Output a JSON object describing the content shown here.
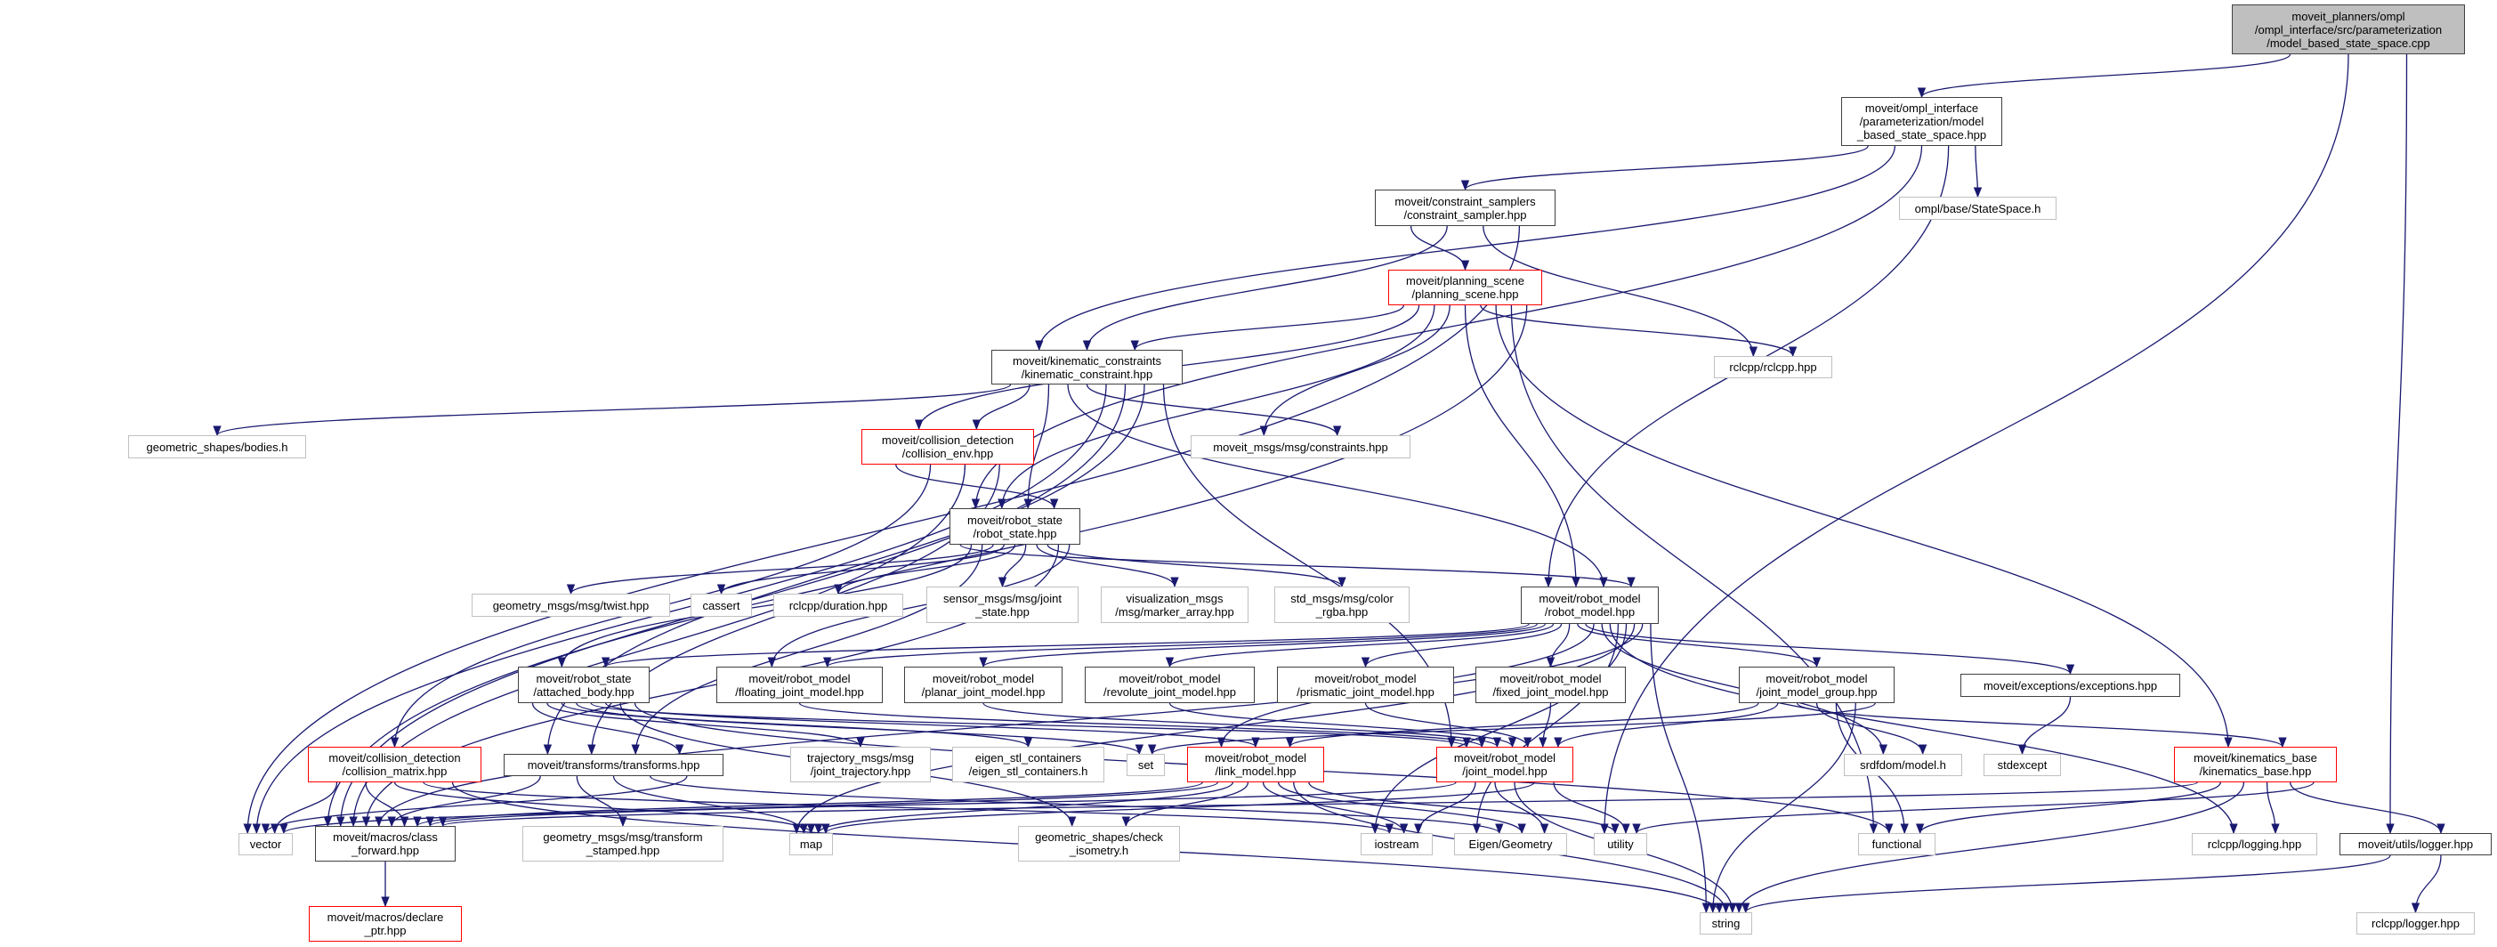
{
  "colors": {
    "edge": "#191970",
    "documented_border": "#404040",
    "external_border": "#c0c0c0",
    "truncated_border": "#ff0000",
    "root_fill": "#bfbfbf"
  },
  "nodes": {
    "root": {
      "label": "moveit_planners/ompl\n/ompl_interface/src/parameterization\n/model_based_state_space.cpp",
      "kind": "root"
    },
    "mbss": {
      "label": "moveit/ompl_interface\n/parameterization/model\n_based_state_space.hpp",
      "kind": "doc"
    },
    "cs": {
      "label": "moveit/constraint_samplers\n/constraint_sampler.hpp",
      "kind": "doc"
    },
    "ss": {
      "label": "ompl/base/StateSpace.h",
      "kind": "ext"
    },
    "ps": {
      "label": "moveit/planning_scene\n/planning_scene.hpp",
      "kind": "trunc"
    },
    "kc": {
      "label": "moveit/kinematic_constraints\n/kinematic_constraint.hpp",
      "kind": "doc"
    },
    "rclcpp": {
      "label": "rclcpp/rclcpp.hpp",
      "kind": "ext"
    },
    "bodies": {
      "label": "geometric_shapes/bodies.h",
      "kind": "ext"
    },
    "cenv": {
      "label": "moveit/collision_detection\n/collision_env.hpp",
      "kind": "trunc"
    },
    "cons": {
      "label": "moveit_msgs/msg/constraints.hpp",
      "kind": "ext"
    },
    "rs": {
      "label": "moveit/robot_state\n/robot_state.hpp",
      "kind": "doc"
    },
    "twist": {
      "label": "geometry_msgs/msg/twist.hpp",
      "kind": "ext"
    },
    "cassert": {
      "label": "cassert",
      "kind": "ext"
    },
    "duration": {
      "label": "rclcpp/duration.hpp",
      "kind": "ext"
    },
    "sensor": {
      "label": "sensor_msgs/msg/joint\n_state.hpp",
      "kind": "ext"
    },
    "vis": {
      "label": "visualization_msgs\n/msg/marker_array.hpp",
      "kind": "ext"
    },
    "std": {
      "label": "std_msgs/msg/color\n_rgba.hpp",
      "kind": "ext"
    },
    "rm": {
      "label": "moveit/robot_model\n/robot_model.hpp",
      "kind": "doc"
    },
    "ab": {
      "label": "moveit/robot_state\n/attached_body.hpp",
      "kind": "doc"
    },
    "float": {
      "label": "moveit/robot_model\n/floating_joint_model.hpp",
      "kind": "doc"
    },
    "planar": {
      "label": "moveit/robot_model\n/planar_joint_model.hpp",
      "kind": "doc"
    },
    "rev": {
      "label": "moveit/robot_model\n/revolute_joint_model.hpp",
      "kind": "doc"
    },
    "pris": {
      "label": "moveit/robot_model\n/prismatic_joint_model.hpp",
      "kind": "doc"
    },
    "fixed": {
      "label": "moveit/robot_model\n/fixed_joint_model.hpp",
      "kind": "doc"
    },
    "jmg": {
      "label": "moveit/robot_model\n/joint_model_group.hpp",
      "kind": "doc"
    },
    "exc": {
      "label": "moveit/exceptions/exceptions.hpp",
      "kind": "doc"
    },
    "cm": {
      "label": "moveit/collision_detection\n/collision_matrix.hpp",
      "kind": "trunc"
    },
    "tf": {
      "label": "moveit/transforms/transforms.hpp",
      "kind": "doc"
    },
    "traj": {
      "label": "trajectory_msgs/msg\n/joint_trajectory.hpp",
      "kind": "ext"
    },
    "estl": {
      "label": "eigen_stl_containers\n/eigen_stl_containers.h",
      "kind": "ext"
    },
    "set": {
      "label": "set",
      "kind": "ext"
    },
    "lm": {
      "label": "moveit/robot_model\n/link_model.hpp",
      "kind": "trunc"
    },
    "jm": {
      "label": "moveit/robot_model\n/joint_model.hpp",
      "kind": "trunc"
    },
    "srdf": {
      "label": "srdfdom/model.h",
      "kind": "ext"
    },
    "stdexc": {
      "label": "stdexcept",
      "kind": "ext"
    },
    "kb": {
      "label": "moveit/kinematics_base\n/kinematics_base.hpp",
      "kind": "trunc"
    },
    "vector": {
      "label": "vector",
      "kind": "ext"
    },
    "cf": {
      "label": "moveit/macros/class\n_forward.hpp",
      "kind": "doc"
    },
    "gtf": {
      "label": "geometry_msgs/msg/transform\n_stamped.hpp",
      "kind": "ext"
    },
    "map": {
      "label": "map",
      "kind": "ext"
    },
    "iso": {
      "label": "geometric_shapes/check\n_isometry.h",
      "kind": "ext"
    },
    "ios": {
      "label": "iostream",
      "kind": "ext"
    },
    "eigen": {
      "label": "Eigen/Geometry",
      "kind": "ext"
    },
    "util": {
      "label": "utility",
      "kind": "ext"
    },
    "func": {
      "label": "functional",
      "kind": "ext"
    },
    "logging": {
      "label": "rclcpp/logging.hpp",
      "kind": "ext"
    },
    "logger": {
      "label": "moveit/utils/logger.hpp",
      "kind": "doc"
    },
    "dptr": {
      "label": "moveit/macros/declare\n_ptr.hpp",
      "kind": "trunc"
    },
    "string": {
      "label": "string",
      "kind": "ext"
    },
    "rlogger": {
      "label": "rclcpp/logger.hpp",
      "kind": "ext"
    }
  },
  "edges": [
    [
      "root",
      "mbss"
    ],
    [
      "root",
      "util"
    ],
    [
      "root",
      "logger"
    ],
    [
      "mbss",
      "cs"
    ],
    [
      "mbss",
      "kc"
    ],
    [
      "mbss",
      "rs"
    ],
    [
      "mbss",
      "rm"
    ],
    [
      "mbss",
      "ss"
    ],
    [
      "cs",
      "ps"
    ],
    [
      "cs",
      "kc"
    ],
    [
      "cs",
      "rclcpp"
    ],
    [
      "cs",
      "vector"
    ],
    [
      "ps",
      "kc"
    ],
    [
      "ps",
      "cenv"
    ],
    [
      "ps",
      "rs"
    ],
    [
      "ps",
      "cons"
    ],
    [
      "ps",
      "rm"
    ],
    [
      "ps",
      "rclcpp"
    ],
    [
      "ps",
      "kb"
    ],
    [
      "ps",
      "func"
    ],
    [
      "ps",
      "cf"
    ],
    [
      "kc",
      "bodies"
    ],
    [
      "kc",
      "cenv"
    ],
    [
      "kc",
      "rs"
    ],
    [
      "kc",
      "rm"
    ],
    [
      "kc",
      "cons"
    ],
    [
      "kc",
      "vector"
    ],
    [
      "kc",
      "cf"
    ],
    [
      "kc",
      "tf"
    ],
    [
      "kc",
      "jm"
    ],
    [
      "cenv",
      "rs"
    ],
    [
      "cenv",
      "cm"
    ],
    [
      "cenv",
      "cf"
    ],
    [
      "cenv",
      "tf"
    ],
    [
      "rs",
      "rm"
    ],
    [
      "rs",
      "ab"
    ],
    [
      "rs",
      "tf"
    ],
    [
      "rs",
      "twist"
    ],
    [
      "rs",
      "cassert"
    ],
    [
      "rs",
      "duration"
    ],
    [
      "rs",
      "sensor"
    ],
    [
      "rs",
      "vis"
    ],
    [
      "rs",
      "std"
    ],
    [
      "rs",
      "cf"
    ],
    [
      "rs",
      "float"
    ],
    [
      "rm",
      "ab"
    ],
    [
      "rm",
      "float"
    ],
    [
      "rm",
      "planar"
    ],
    [
      "rm",
      "rev"
    ],
    [
      "rm",
      "pris"
    ],
    [
      "rm",
      "fixed"
    ],
    [
      "rm",
      "jmg"
    ],
    [
      "rm",
      "exc"
    ],
    [
      "rm",
      "lm"
    ],
    [
      "rm",
      "srdf"
    ],
    [
      "rm",
      "logging"
    ],
    [
      "rm",
      "eigen"
    ],
    [
      "rm",
      "ios"
    ],
    [
      "rm",
      "map"
    ],
    [
      "rm",
      "cf"
    ],
    [
      "rm",
      "string"
    ],
    [
      "ab",
      "tf"
    ],
    [
      "ab",
      "traj"
    ],
    [
      "ab",
      "estl"
    ],
    [
      "ab",
      "set"
    ],
    [
      "ab",
      "jm"
    ],
    [
      "ab",
      "lm"
    ],
    [
      "ab",
      "iso"
    ],
    [
      "ab",
      "func"
    ],
    [
      "float",
      "jm"
    ],
    [
      "planar",
      "jm"
    ],
    [
      "rev",
      "jm"
    ],
    [
      "pris",
      "jm"
    ],
    [
      "fixed",
      "jm"
    ],
    [
      "jmg",
      "lm"
    ],
    [
      "jmg",
      "jm"
    ],
    [
      "jmg",
      "kb"
    ],
    [
      "jmg",
      "srdf"
    ],
    [
      "jmg",
      "func"
    ],
    [
      "jmg",
      "string"
    ],
    [
      "jmg",
      "set"
    ],
    [
      "exc",
      "stdexc"
    ],
    [
      "tf",
      "cf"
    ],
    [
      "tf",
      "gtf"
    ],
    [
      "tf",
      "map"
    ],
    [
      "tf",
      "eigen"
    ],
    [
      "tf",
      "vector"
    ],
    [
      "cm",
      "vector"
    ],
    [
      "cm",
      "cf"
    ],
    [
      "cm",
      "map"
    ],
    [
      "cm",
      "ios"
    ],
    [
      "cm",
      "string"
    ],
    [
      "cf",
      "dptr"
    ],
    [
      "lm",
      "cf"
    ],
    [
      "lm",
      "vector"
    ],
    [
      "lm",
      "map"
    ],
    [
      "lm",
      "iso"
    ],
    [
      "lm",
      "ios"
    ],
    [
      "lm",
      "eigen"
    ],
    [
      "lm",
      "string"
    ],
    [
      "lm",
      "util"
    ],
    [
      "jm",
      "cf"
    ],
    [
      "jm",
      "ios"
    ],
    [
      "jm",
      "eigen"
    ],
    [
      "jm",
      "string"
    ],
    [
      "jm",
      "map"
    ],
    [
      "jm",
      "util"
    ],
    [
      "kb",
      "cf"
    ],
    [
      "kb",
      "func"
    ],
    [
      "kb",
      "string"
    ],
    [
      "kb",
      "logging"
    ],
    [
      "kb",
      "logger"
    ],
    [
      "kb",
      "util"
    ],
    [
      "logger",
      "string"
    ],
    [
      "logger",
      "rlogger"
    ]
  ]
}
